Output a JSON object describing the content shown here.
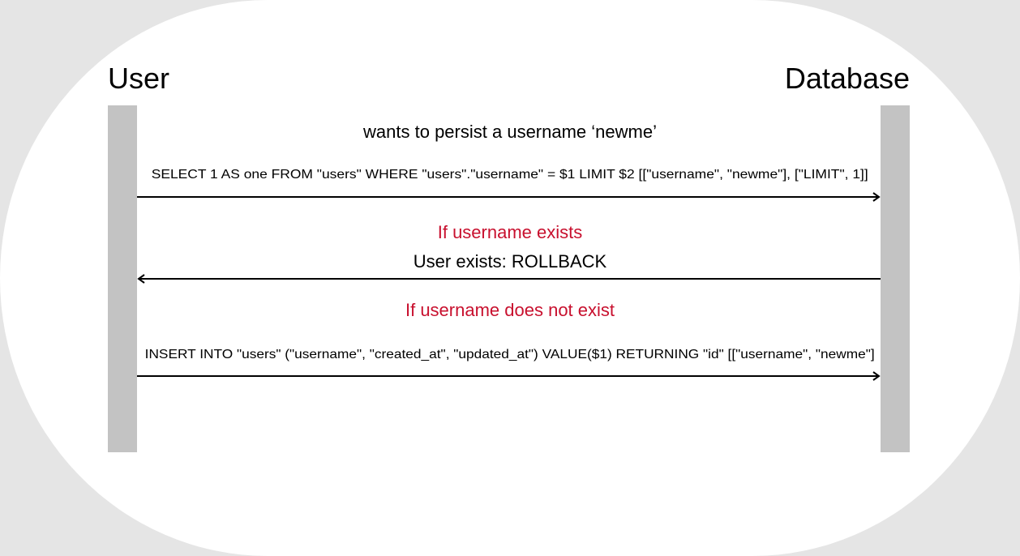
{
  "actors": {
    "left": "User",
    "right": "Database"
  },
  "intro": "wants to persist a username ‘newme’",
  "messages": [
    {
      "text": "SELECT  1 AS one FROM \"users\" WHERE \"users\".\"username\" = $1 LIMIT $2  [[\"username\", \"newme\"], [\"LIMIT\", 1]]",
      "direction": "right"
    },
    {
      "condition": "If username exists",
      "text": "User exists: ROLLBACK",
      "direction": "left"
    },
    {
      "condition": "If username does not exist",
      "text": "INSERT INTO \"users\" (\"username\", \"created_at\", \"updated_at\") VALUE($1) RETURNING \"id\"  [[\"username\", \"newme\"]",
      "direction": "right"
    }
  ],
  "colors": {
    "condition": "#c8102e",
    "lifeline": "#c3c3c3"
  }
}
